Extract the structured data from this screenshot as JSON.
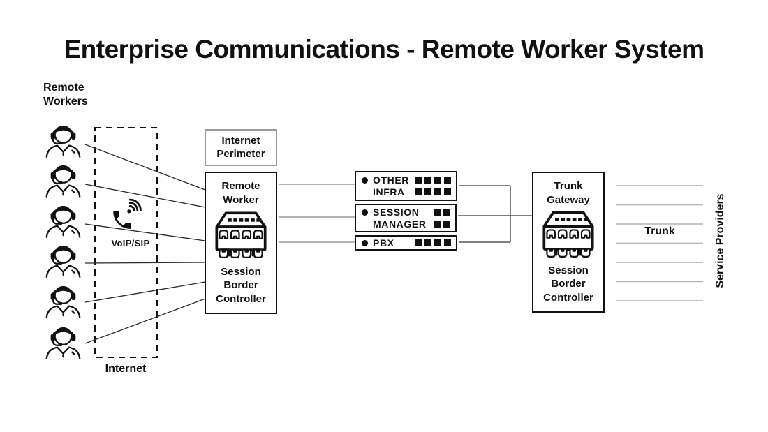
{
  "title": "Enterprise Communications - Remote Worker System",
  "colors": {
    "ink": "#111111",
    "perimeter_border": "#9a9a9a",
    "worker_line": "#2a2a2a",
    "stub_line": "#999999",
    "bus_line": "#555555",
    "provider_line": "#b3b3b3"
  },
  "left": {
    "group_label": "Remote Workers",
    "workers_count": 6,
    "internet_zone": {
      "label": "Internet",
      "voip_label": "VoIP/SIP",
      "voip_icon": "voip-phone-signal-icon"
    }
  },
  "perimeter": {
    "label": "Internet Perimeter"
  },
  "remote_sbc": {
    "top_label": "Remote Worker",
    "bottom_label": "Session Border Controller",
    "icon": "sbc-switch-icon"
  },
  "core": {
    "servers": [
      {
        "line1": "OTHER",
        "line2": "INFRA",
        "squares_row1": 4,
        "squares_row2": 4
      },
      {
        "line1": "SESSION",
        "line2": "MANAGER",
        "squares_row1": 2,
        "squares_row2": 2
      },
      {
        "line1": "PBX",
        "squares_row1": 4
      }
    ]
  },
  "trunk_sbc": {
    "top_label": "Trunk Gateway",
    "bottom_label": "Session Border Controller",
    "icon": "sbc-switch-icon"
  },
  "right": {
    "trunk_label": "Trunk",
    "provider_label": "Service Providers",
    "provider_line_count": 7
  }
}
